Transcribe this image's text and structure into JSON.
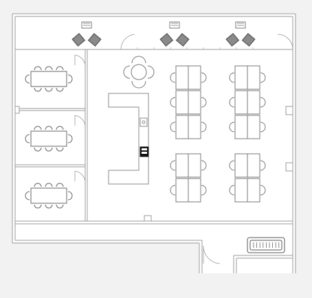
{
  "plan": {
    "background": "#f2f2f2",
    "floor_color": "#ffffff",
    "line_color": "#9a9a9a",
    "dark_line_color": "#555555",
    "rooms": [
      {
        "id": "corridor-north",
        "label": ""
      },
      {
        "id": "meeting-room-1",
        "label": ""
      },
      {
        "id": "meeting-room-2",
        "label": ""
      },
      {
        "id": "meeting-room-3",
        "label": ""
      },
      {
        "id": "open-workspace",
        "label": ""
      },
      {
        "id": "south-corridor",
        "label": ""
      },
      {
        "id": "lounge",
        "label": ""
      }
    ],
    "furniture": {
      "lounge_chair_pairs": 3,
      "meeting_tables": 3,
      "round_table": 1,
      "desk_clusters": 4,
      "sofa": 1,
      "kitchen_counter": 1
    }
  }
}
